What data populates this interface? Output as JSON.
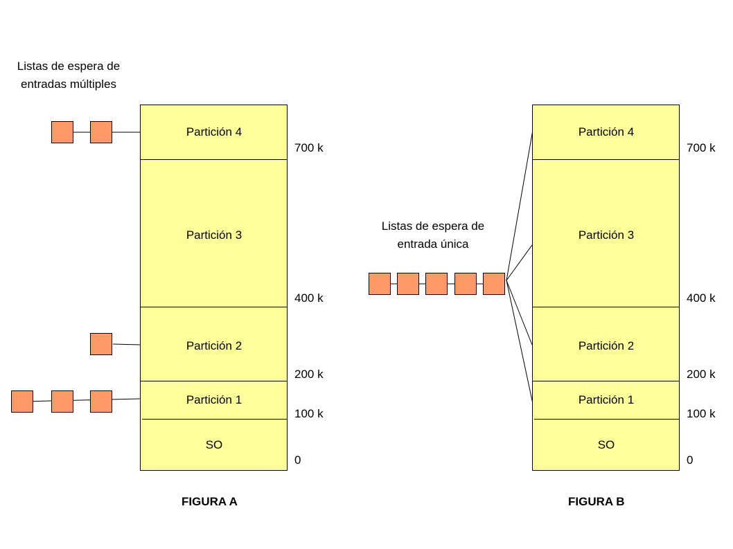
{
  "figure_a": {
    "caption_line1": "Listas de espera de",
    "caption_line2": "entradas múltiples",
    "partitions": [
      "Partición 4",
      "Partición 3",
      "Partición 2",
      "Partición 1",
      "SO"
    ],
    "addresses": [
      "700 k",
      "400 k",
      "200 k",
      "100 k",
      "0"
    ],
    "title": "FIGURA A"
  },
  "figure_b": {
    "caption_line1": "Listas de espera de",
    "caption_line2": "entrada única",
    "partitions": [
      "Partición 4",
      "Partición 3",
      "Partición 2",
      "Partición 1",
      "SO"
    ],
    "addresses": [
      "700 k",
      "400 k",
      "200 k",
      "100 k",
      "0"
    ],
    "title": "FIGURA B"
  },
  "colors": {
    "memory_fill": "#ffff99",
    "job_fill": "#ff9966"
  }
}
